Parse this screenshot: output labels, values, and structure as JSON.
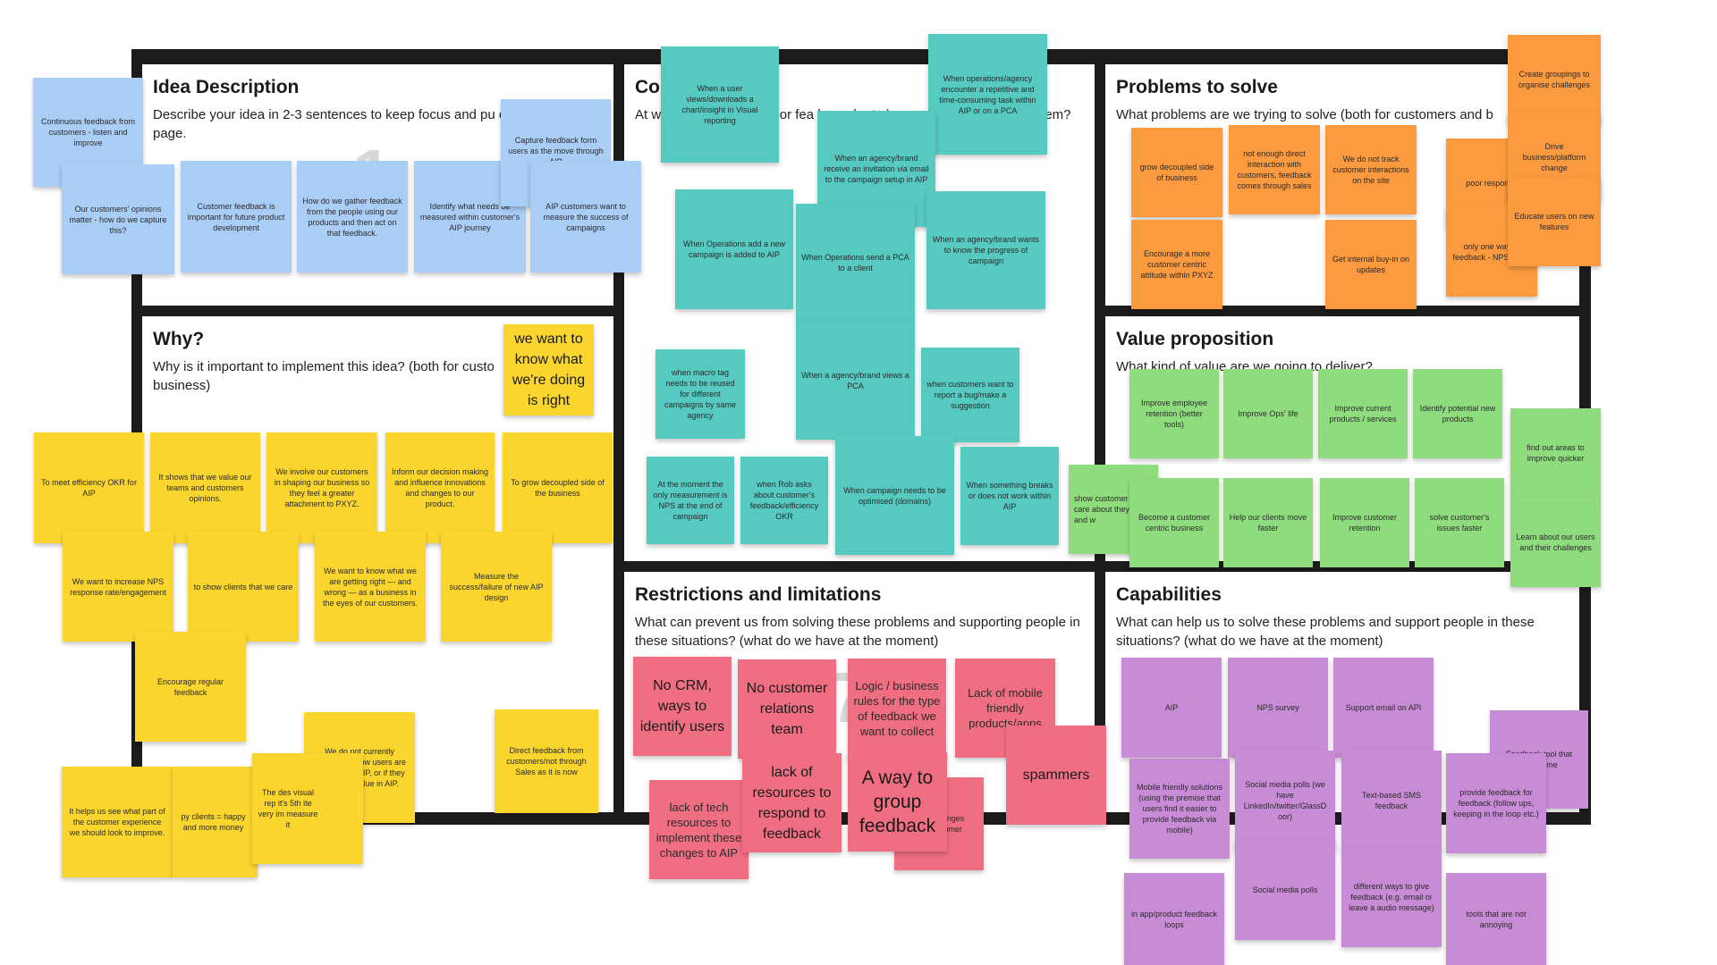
{
  "colors": {
    "frame": "#1c1c1c",
    "blue": "#aacdf6",
    "teal": "#56c9c0",
    "orange": "#fb9a3f",
    "yellow": "#f9d52e",
    "green": "#8fdc7e",
    "pink": "#f06e82",
    "purple": "#c88bd6"
  },
  "panels": {
    "idea": {
      "title": "Idea Description",
      "desc": "Describe your idea in 2-3 sentences to keep focus and pu on the same page.",
      "num": "1"
    },
    "context": {
      "title": "Co          ations",
      "desc": "At w              e need this feature or fea           how ab         etc.)       er part  situations affect them?"
    },
    "problems": {
      "title": "Problems to solve",
      "desc": "What problems are we trying to solve (both for customers and b"
    },
    "why": {
      "title": "Why?",
      "desc": "Why is it important to implement this idea? (both for custo business)"
    },
    "value": {
      "title": "Value proposition",
      "desc": "What kind of value are we going to deliver?"
    },
    "restrictions": {
      "title": "Restrictions and limitations",
      "desc": "What can prevent us from solving these problems and supporting people in these situations? (what do we have at the moment)",
      "num": "7"
    },
    "capabilities": {
      "title": "Capabilities",
      "desc": "What can help us to solve these problems and support people in these situations? (what do we have at the moment)",
      "num": "6"
    }
  },
  "notes": {
    "blue": [
      "Continuous feedback from customers - listen and improve",
      "Our customers' opinions matter - how do we capture this?",
      "Customer feedback is important for future product development",
      "How do we gather feedback from the people using our products and then act on that feedback.",
      "Identify what needs be measured within customer's AIP journey",
      "Capture feedback form users as the move through AIP",
      "AIP customers want to measure the success of campaigns"
    ],
    "teal": [
      "When a user views/downloads a chart/insight in Visual reporting",
      "When operations/agency encounter a repetitive and time-consuming task within AIP or on a PCA",
      "When an agency/brand receive an invitation via email to the campaign setup in AIP",
      "When Operations add a new campaign is added to AIP",
      "When Operations send a PCA to a client",
      "When an agency/brand wants to know the progress of campaign",
      "when macro tag needs to be reused for different campaigns by same agency",
      "When a agency/brand views a PCA",
      "when customers want to report a bug/make a suggestion",
      "At the moment the only measurement is NPS at the end of campaign",
      "when Rob asks about customer's feedback/efficiency OKR",
      "When campaign needs to be optimised (domains)",
      "When something breaks or does not work within AIP"
    ],
    "orange": [
      "grow decoupled side of business",
      "not enough direct interaction with customers, feedback comes through sales",
      "We do not track customer interactions on the site",
      "Encourage a more customer centric attitude within PXYZ",
      "Get internal buy-in on updates",
      "poor response",
      "only one way to feedback - NPS email",
      "Create groupings to organise challenges",
      "Drive business/platform change",
      "Educate users on new features"
    ],
    "yellow": [
      "we want to know what we're doing is right",
      "To meet efficiency OKR for AIP",
      "It shows that we value our teams and customers opinions.",
      "We involve our customers in shaping our business so they feel a greater attachment to PXYZ.",
      "Inform our decision making and influence innovations and changes to our product.",
      "To grow decoupled side of the business",
      "We want to increase NPS response rate/engagement",
      "to show clients that we care",
      "We want to know what we are getting right — and wrong — as a business in the eyes of our customers.",
      "Measure the success/failure of new AIP design",
      "Encourage regular feedback",
      "We do not currently understand how users are engaging in AIP, or if they even find value in AIP.",
      "Direct feedback from customers/not through Sales as it is now",
      "It helps us see what part of the customer experience we should look to improve.",
      "py clients = happy and more money",
      "The des visual rep it's 5th ite very im measure it"
    ],
    "green": [
      "Improve employee retention (better tools)",
      "Improve Ops' life",
      "Improve current products / services",
      "Identify potential new products",
      "find out areas to improve quicker",
      "show customer we care about they think and w",
      "Become a customer centric business",
      "Help our clients move faster",
      "Improve customer retention",
      "solve customer's issues faster",
      "Learn about our users and their challenges"
    ],
    "pink": [
      "No CRM, ways to identify users",
      "No customer relations team",
      "Logic / business rules for the type of feedback we want to collect",
      "Lack of mobile friendly products/apps",
      "lack of tech resources to implement these changes to AIP",
      "lack of resources to respond to feedback",
      "A way to group feedback",
      "ons for lenges sponse omer",
      "spammers"
    ],
    "purple": [
      "AIP",
      "NPS survey",
      "Support email on API",
      "Feedback tool that much time",
      "Mobile friendly solutions (using the premise that users find it easier to provide feedback via mobile)",
      "Social media polls (we have LinkedIn/twitter/GlassD oor)",
      "Text-based SMS feedback",
      "provide feedback for feedback (follow ups, keeping in the loop etc.)",
      "in app/product feedback loops",
      "Social media polls",
      "different ways to give feedback (e.g. email or leave a audio message)",
      "tools that are not annoying"
    ]
  }
}
